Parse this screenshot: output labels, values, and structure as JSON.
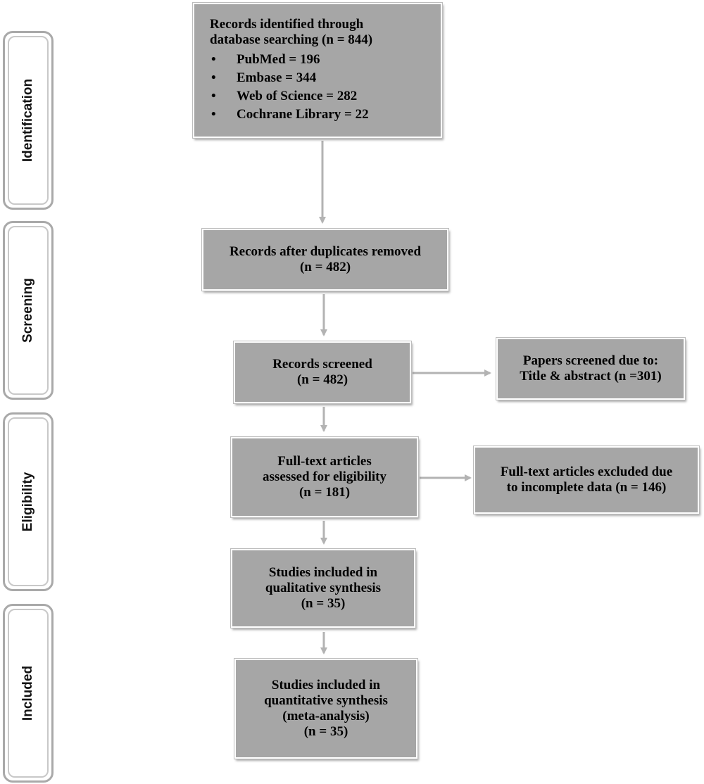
{
  "stages": {
    "identification": "Identification",
    "screening": "Screening",
    "eligibility": "Eligibility",
    "included": "Included"
  },
  "boxes": {
    "identified": {
      "title_line1": "Records identified through",
      "title_line2": "database searching (n = 844)",
      "items": [
        "PubMed = 196",
        "Embase = 344",
        "Web of Science = 282",
        "Cochrane Library = 22"
      ]
    },
    "duplicates_removed": {
      "line1": "Records after duplicates removed",
      "line2": "(n = 482)"
    },
    "screened": {
      "line1": "Records screened",
      "line2": "(n = 482)"
    },
    "screened_excluded": {
      "line1": "Papers screened due to:",
      "line2": "Title & abstract (n =301)"
    },
    "fulltext_assessed": {
      "line1": "Full-text articles",
      "line2": "assessed for eligibility",
      "line3": "(n = 181)"
    },
    "fulltext_excluded": {
      "line1": "Full-text articles excluded due",
      "line2": "to incomplete data (n = 146)"
    },
    "qualitative": {
      "line1": "Studies included in",
      "line2": "qualitative synthesis",
      "line3": "(n = 35)"
    },
    "quantitative": {
      "line1": "Studies included in",
      "line2": "quantitative synthesis",
      "line3": "(meta-analysis)",
      "line4": "(n = 35)"
    }
  },
  "colors": {
    "box_fill": "#a6a6a6",
    "arrow": "#b3b3b3",
    "stage_border": "#a9a9a9"
  }
}
